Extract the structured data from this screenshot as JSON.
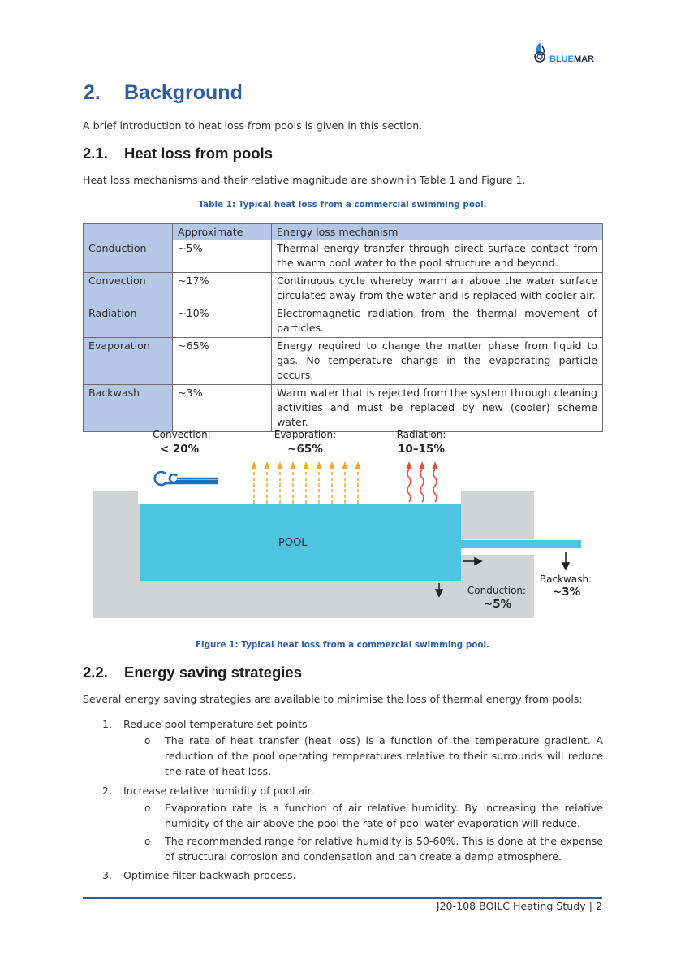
{
  "logo": {
    "text_a": "BLUE",
    "text_b": "MAR"
  },
  "section": {
    "number": "2.",
    "title": "Background",
    "intro": "A brief introduction to heat loss from pools is given in this section."
  },
  "sub1": {
    "number": "2.1.",
    "title": "Heat loss from pools",
    "intro": "Heat loss mechanisms and their relative magnitude are shown in Table 1 and Figure 1."
  },
  "table": {
    "caption": "Table 1: Typical heat loss from a commercial swimming pool.",
    "headers": [
      "",
      "Approximate",
      "Energy loss mechanism"
    ],
    "rows": [
      {
        "label": "Conduction",
        "approx": "~5%",
        "mechanism": "Thermal energy transfer through direct surface contact from the warm pool water to the pool structure and beyond."
      },
      {
        "label": "Convection",
        "approx": "~17%",
        "mechanism": "Continuous cycle whereby warm air above the water surface circulates away from the water and is replaced with cooler air."
      },
      {
        "label": "Radiation",
        "approx": "~10%",
        "mechanism": "Electromagnetic radiation from the thermal movement of particles."
      },
      {
        "label": "Evaporation",
        "approx": "~65%",
        "mechanism": "Energy required to change the matter phase from liquid to gas. No temperature change in the evaporating particle occurs."
      },
      {
        "label": "Backwash",
        "approx": "~3%",
        "mechanism": "Warm water that is rejected from the system through cleaning activities and must be replaced by new (cooler) scheme water."
      }
    ]
  },
  "figure": {
    "convection_label": "Convection:",
    "convection_value": "< 20%",
    "evaporation_label": "Evaporation:",
    "evaporation_value": "~65%",
    "radiation_label": "Radiation:",
    "radiation_value": "10–15%",
    "pool_label": "POOL",
    "conduction_label": "Conduction:",
    "conduction_value": "~5%",
    "backwash_label": "Backwash:",
    "backwash_value": "~3%",
    "caption": "Figure 1: Typical heat loss from a commercial swimming pool.",
    "colors": {
      "pool": "#4dc5e0",
      "concrete": "#d2d3d5",
      "evaporation_arrow": "#f7a829",
      "radiation_arrow": "#e94e3c",
      "convection": "#1f70b8"
    }
  },
  "sub2": {
    "number": "2.2.",
    "title": "Energy saving strategies",
    "intro": "Several energy saving strategies are available to minimise the loss of thermal energy from pools:",
    "items": [
      {
        "n": "1.",
        "text": "Reduce pool temperature set points"
      },
      {
        "n": "2.",
        "text": "Increase relative humidity of pool air."
      },
      {
        "n": "3.",
        "text": "Optimise filter backwash process."
      }
    ],
    "subitems": [
      "The rate of heat transfer (heat loss) is a function of the temperature gradient. A reduction of the pool operating temperatures relative to their surrounds will reduce the rate of heat loss.",
      "Evaporation rate is a function of air relative humidity. By increasing the relative humidity of the air above the pool the rate of pool water evaporation will reduce.",
      "The recommended range for relative humidity is 50-60%. This is done at the expense of structural corrosion and condensation and can create a damp atmosphere."
    ],
    "bullet": "o"
  },
  "footer": {
    "text": "J20-108 BOILC Heating Study | 2"
  }
}
